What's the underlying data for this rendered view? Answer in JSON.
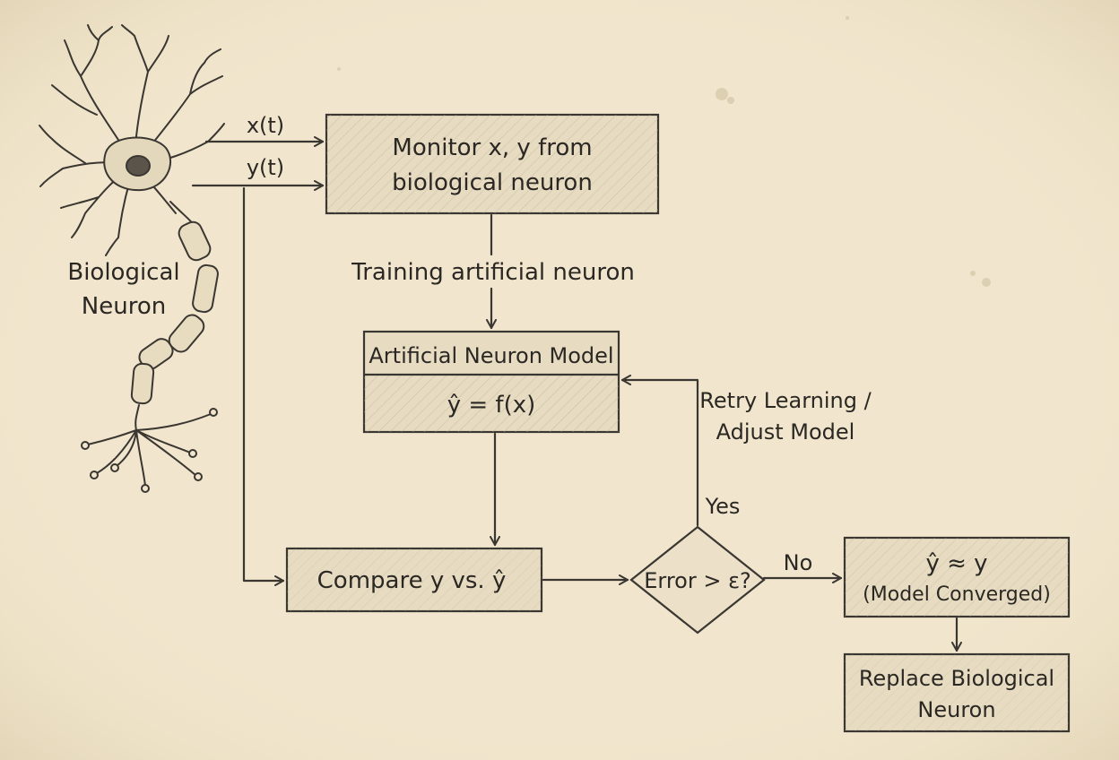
{
  "neuron": {
    "label_line1": "Biological",
    "label_line2": "Neuron"
  },
  "signals": {
    "input": "x(t)",
    "output": "y(t)"
  },
  "monitor_box": {
    "line1": "Monitor x, y from",
    "line2": "biological neuron"
  },
  "training_label": "Training artificial neuron",
  "model_box": {
    "title": "Artificial Neuron Model",
    "equation": "ŷ = f(x)"
  },
  "compare_box": {
    "label": "Compare y vs. ŷ"
  },
  "decision": {
    "label": "Error > ε?",
    "yes": "Yes",
    "no": "No"
  },
  "retry_label": {
    "line1": "Retry Learning /",
    "line2": "Adjust Model"
  },
  "converged_box": {
    "line1": "ŷ ≈ y",
    "line2": "(Model Converged)"
  },
  "replace_box": {
    "line1": "Replace Biological",
    "line2": "Neuron"
  },
  "colors": {
    "paper": "#f1e6cd",
    "ink": "#3a3631",
    "box_fill": "#e7dcc2"
  }
}
